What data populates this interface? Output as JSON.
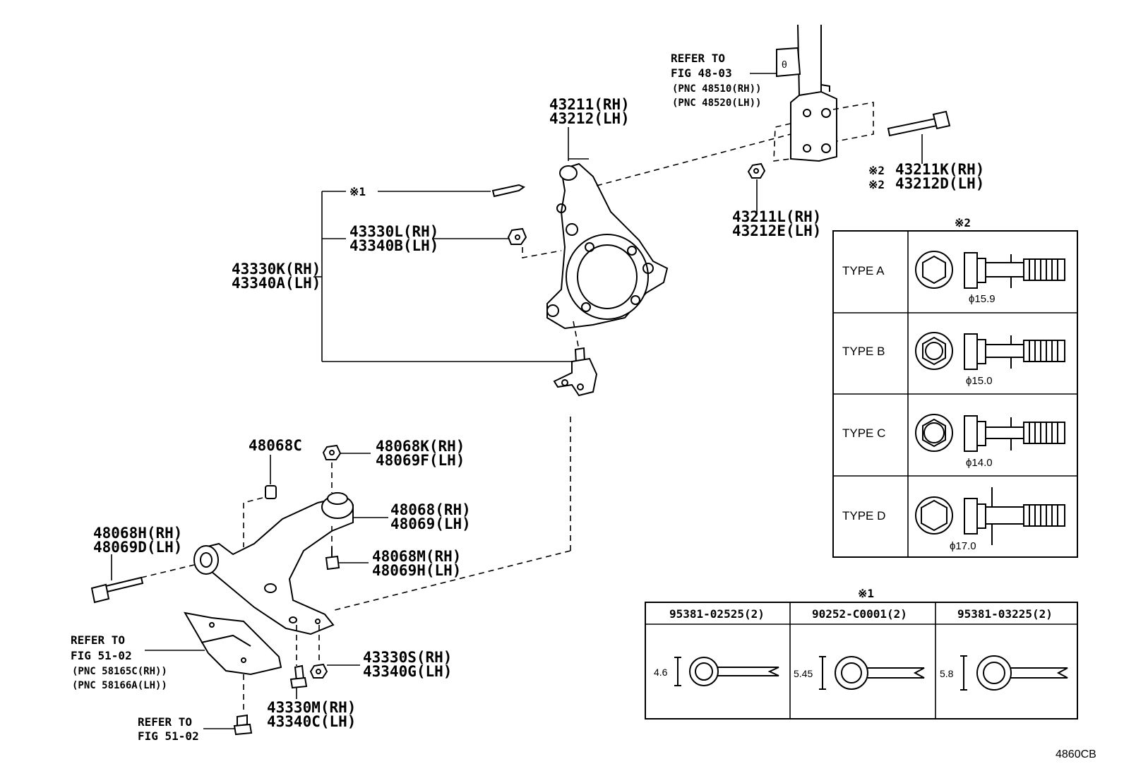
{
  "knuckle": {
    "rh": "43211(RH)",
    "lh": "43212(LH)"
  },
  "strut_ref": {
    "line1": "REFER TO",
    "line2": "FIG 48-03",
    "pnc1": "(PNC 48510(RH))",
    "pnc2": "(PNC 48520(LH))"
  },
  "strut_bolt": {
    "mark": "※2",
    "rh": "43211K(RH)",
    "lh": "43212D(LH)"
  },
  "strut_nut": {
    "rh": "43211L(RH)",
    "lh": "43212E(LH)"
  },
  "cotter_pin": {
    "mark": "※1"
  },
  "balljoint_nut": {
    "rh": "43330L(RH)",
    "lh": "43340B(LH)"
  },
  "balljoint": {
    "rh": "43330K(RH)",
    "lh": "43340A(LH)"
  },
  "arm_stopper": {
    "label": "48068C"
  },
  "arm_nut": {
    "rh": "48068K(RH)",
    "lh": "48069F(LH)"
  },
  "lower_arm": {
    "rh": "48068(RH)",
    "lh": "48069(LH)"
  },
  "arm_front_bolt": {
    "rh": "48068H(RH)",
    "lh": "48069D(LH)"
  },
  "arm_rear_bolt": {
    "rh": "48068M(RH)",
    "lh": "48069H(LH)"
  },
  "cover_ref": {
    "line1": "REFER TO",
    "line2": "FIG 51-02",
    "pnc1": "(PNC 58165C(RH))",
    "pnc2": "(PNC 58166A(LH))"
  },
  "balljoint_bolt_nut": {
    "rh": "43330S(RH)",
    "lh": "43340G(LH)"
  },
  "balljoint_bolt": {
    "rh": "43330M(RH)",
    "lh": "43340C(LH)"
  },
  "bottom_ref": {
    "line1": "REFER TO",
    "line2": "FIG 51-02"
  },
  "bolt_types_table": {
    "mark": "※2",
    "rows": [
      {
        "type": "TYPE  A",
        "dia": "ϕ15.9"
      },
      {
        "type": "TYPE  B",
        "dia": "ϕ15.0"
      },
      {
        "type": "TYPE  C",
        "dia": "ϕ14.0"
      },
      {
        "type": "TYPE  D",
        "dia": "ϕ17.0"
      }
    ]
  },
  "cotter_table": {
    "mark": "※1",
    "columns": [
      {
        "part": "95381-02525(2)",
        "dim": "4.6"
      },
      {
        "part": "90252-C0001(2)",
        "dim": "5.45"
      },
      {
        "part": "95381-03225(2)",
        "dim": "5.8"
      }
    ]
  },
  "figure_code": "4860CB"
}
